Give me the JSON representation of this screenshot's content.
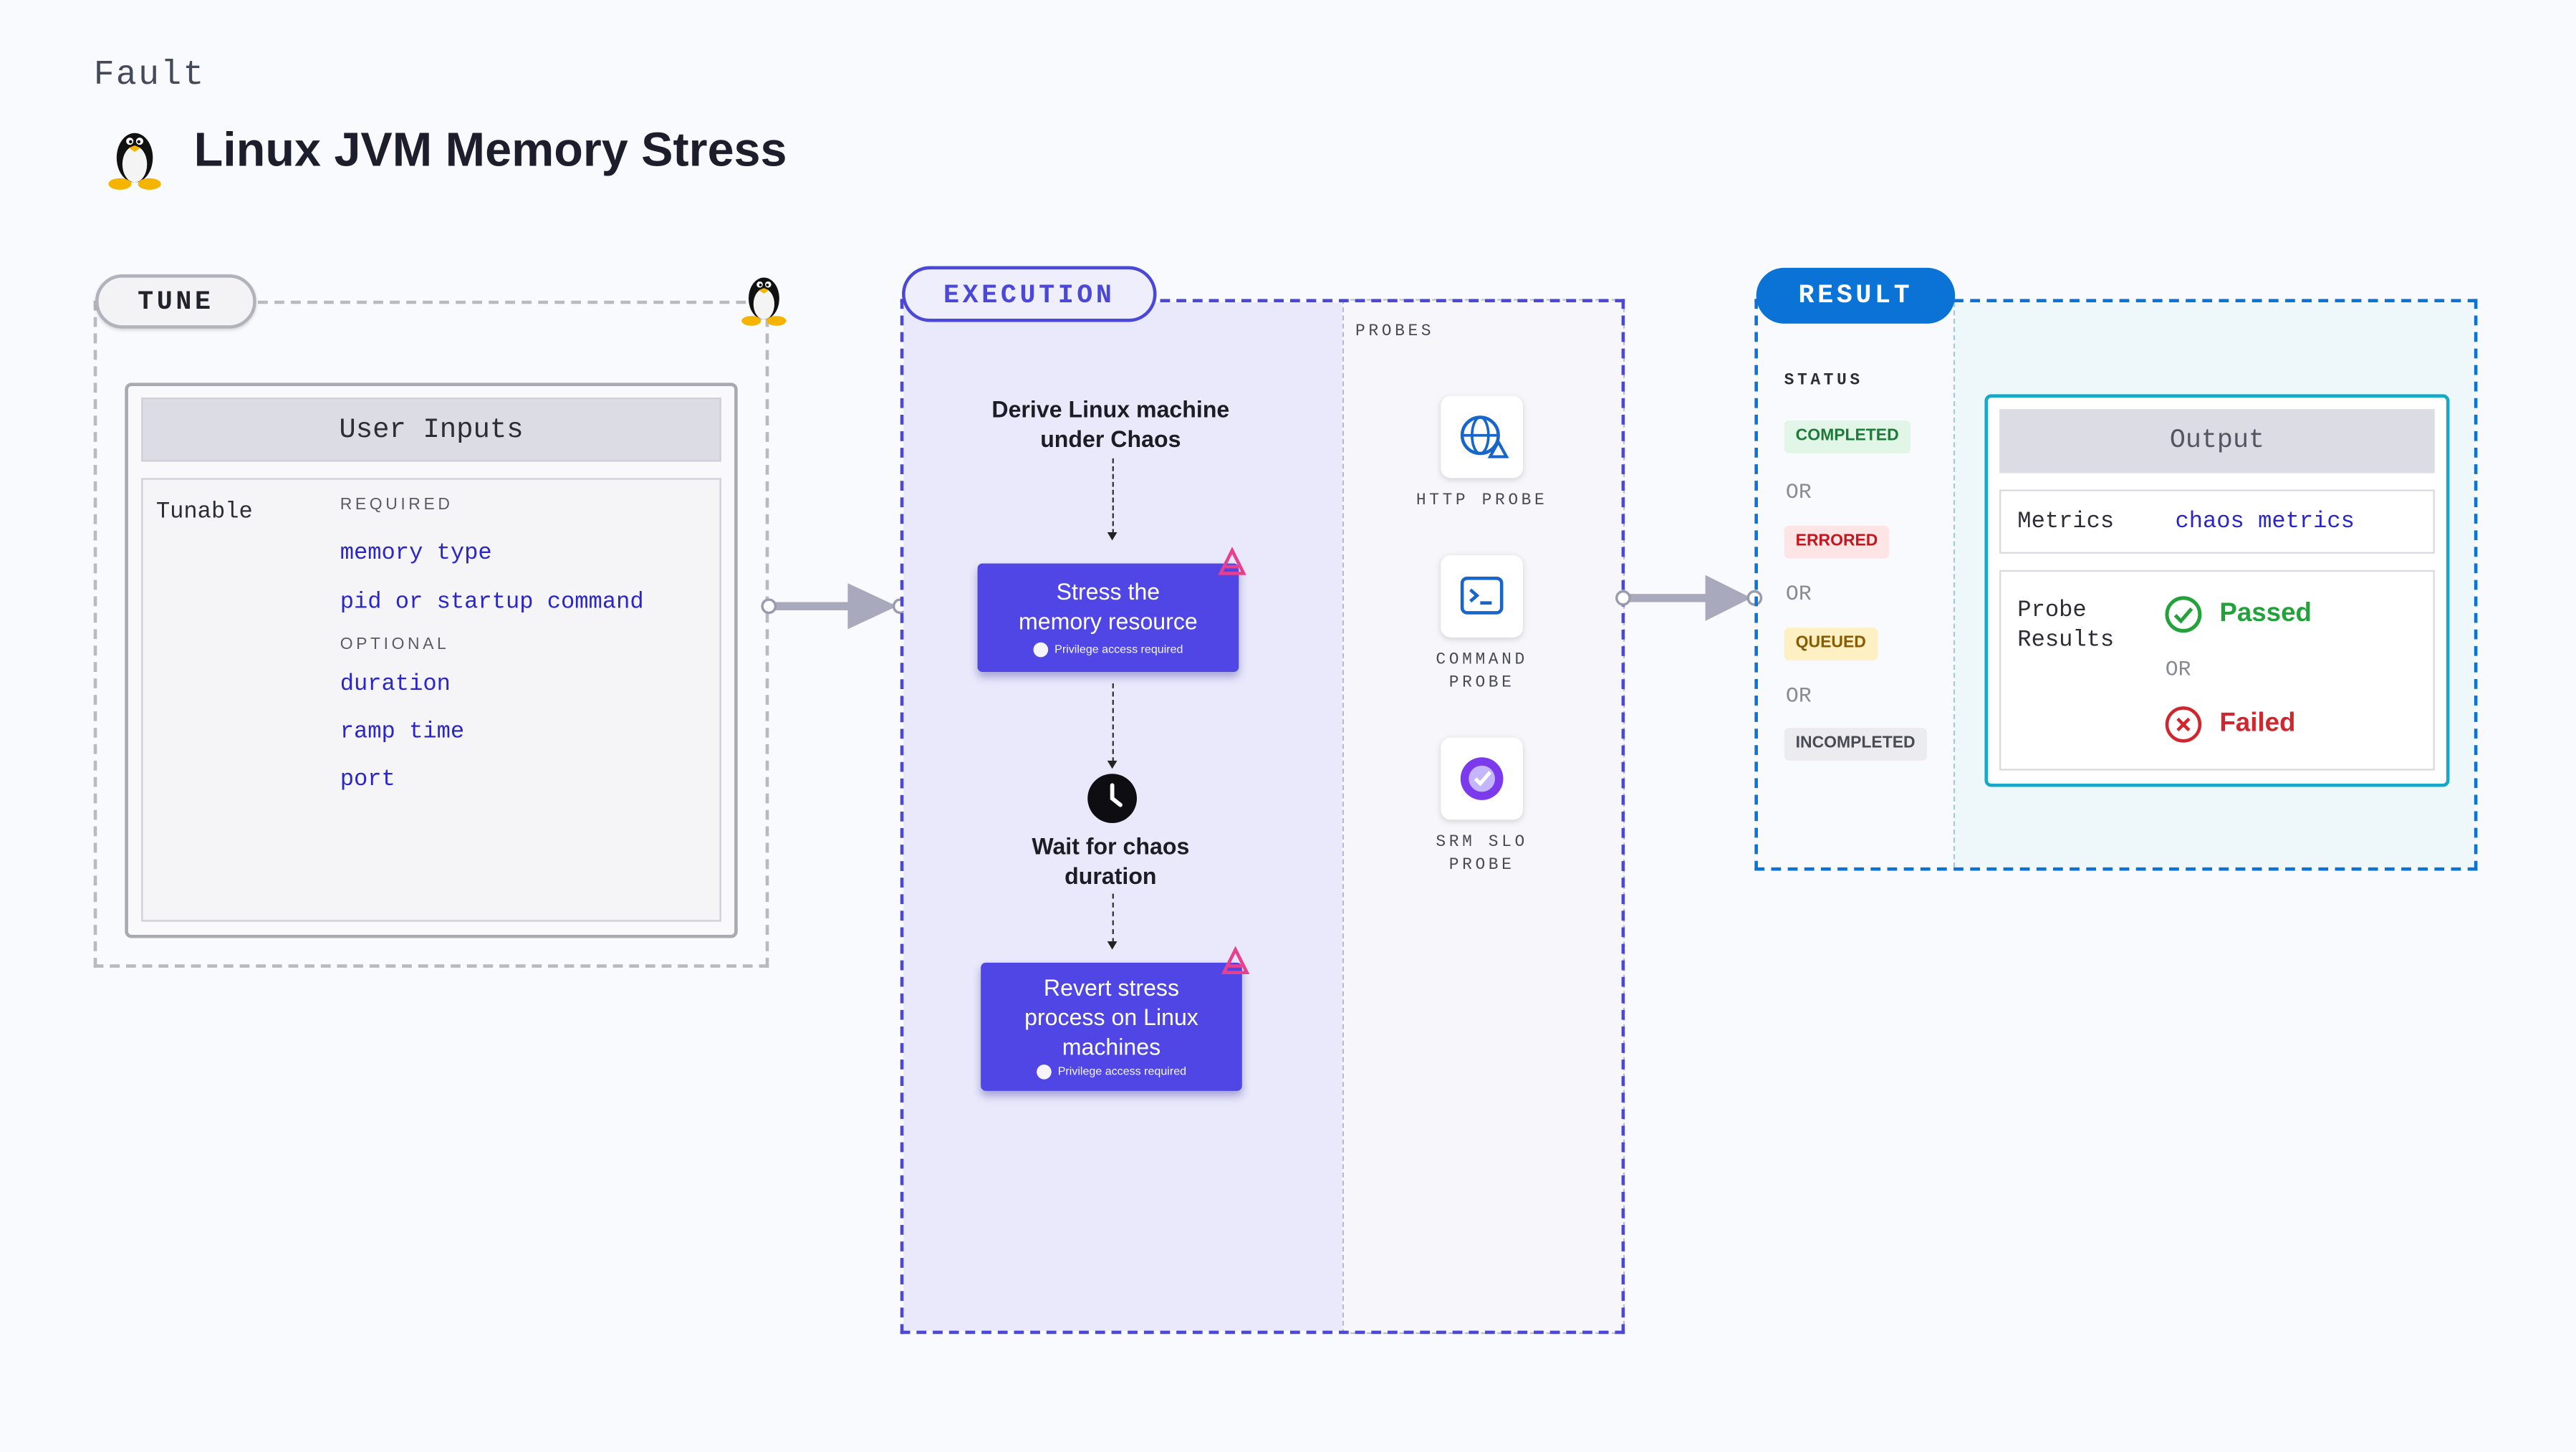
{
  "header": {
    "eyebrow": "Fault",
    "title": "Linux JVM Memory Stress",
    "icon": "linux-penguin-icon"
  },
  "tune": {
    "label": "TUNE",
    "user_inputs_title": "User Inputs",
    "tunable_label": "Tunable",
    "required_label": "REQUIRED",
    "required": [
      "memory type",
      "pid or startup command"
    ],
    "optional_label": "OPTIONAL",
    "optional": [
      "duration",
      "ramp time",
      "port"
    ]
  },
  "execution": {
    "label": "EXECUTION",
    "step1": [
      "Derive Linux machine",
      "under Chaos"
    ],
    "action1": {
      "lines": [
        "Stress the",
        "memory resource"
      ],
      "note": "Privilege access required"
    },
    "wait": [
      "Wait for chaos",
      "duration"
    ],
    "action2": {
      "lines": [
        "Revert stress",
        "process on Linux",
        "machines"
      ],
      "note": "Privilege access required"
    },
    "probes_label": "PROBES",
    "probes": [
      {
        "lines": [
          "HTTP PROBE"
        ],
        "icon": "globe-warning-icon"
      },
      {
        "lines": [
          "COMMAND",
          "PROBE"
        ],
        "icon": "terminal-icon"
      },
      {
        "lines": [
          "SRM SLO",
          "PROBE"
        ],
        "icon": "slo-gauge-icon"
      }
    ]
  },
  "result": {
    "label": "RESULT",
    "status_label": "STATUS",
    "statuses": [
      {
        "text": "COMPLETED",
        "color": "#1d7a3a",
        "bg": "#e2f6e7"
      },
      {
        "text": "ERRORED",
        "color": "#c4161c",
        "bg": "#fde5e5"
      },
      {
        "text": "QUEUED",
        "color": "#8a5a00",
        "bg": "#fdf1c4"
      },
      {
        "text": "INCOMPLETED",
        "color": "#4a4a55",
        "bg": "#ececf0"
      }
    ],
    "or_text": "OR",
    "output_title": "Output",
    "metrics_label": "Metrics",
    "metrics_value": "chaos metrics",
    "probe_results_label": [
      "Probe",
      "Results"
    ],
    "passed": "Passed",
    "failed": "Failed",
    "passed_color": "#23a23b",
    "failed_color": "#d0262d"
  }
}
